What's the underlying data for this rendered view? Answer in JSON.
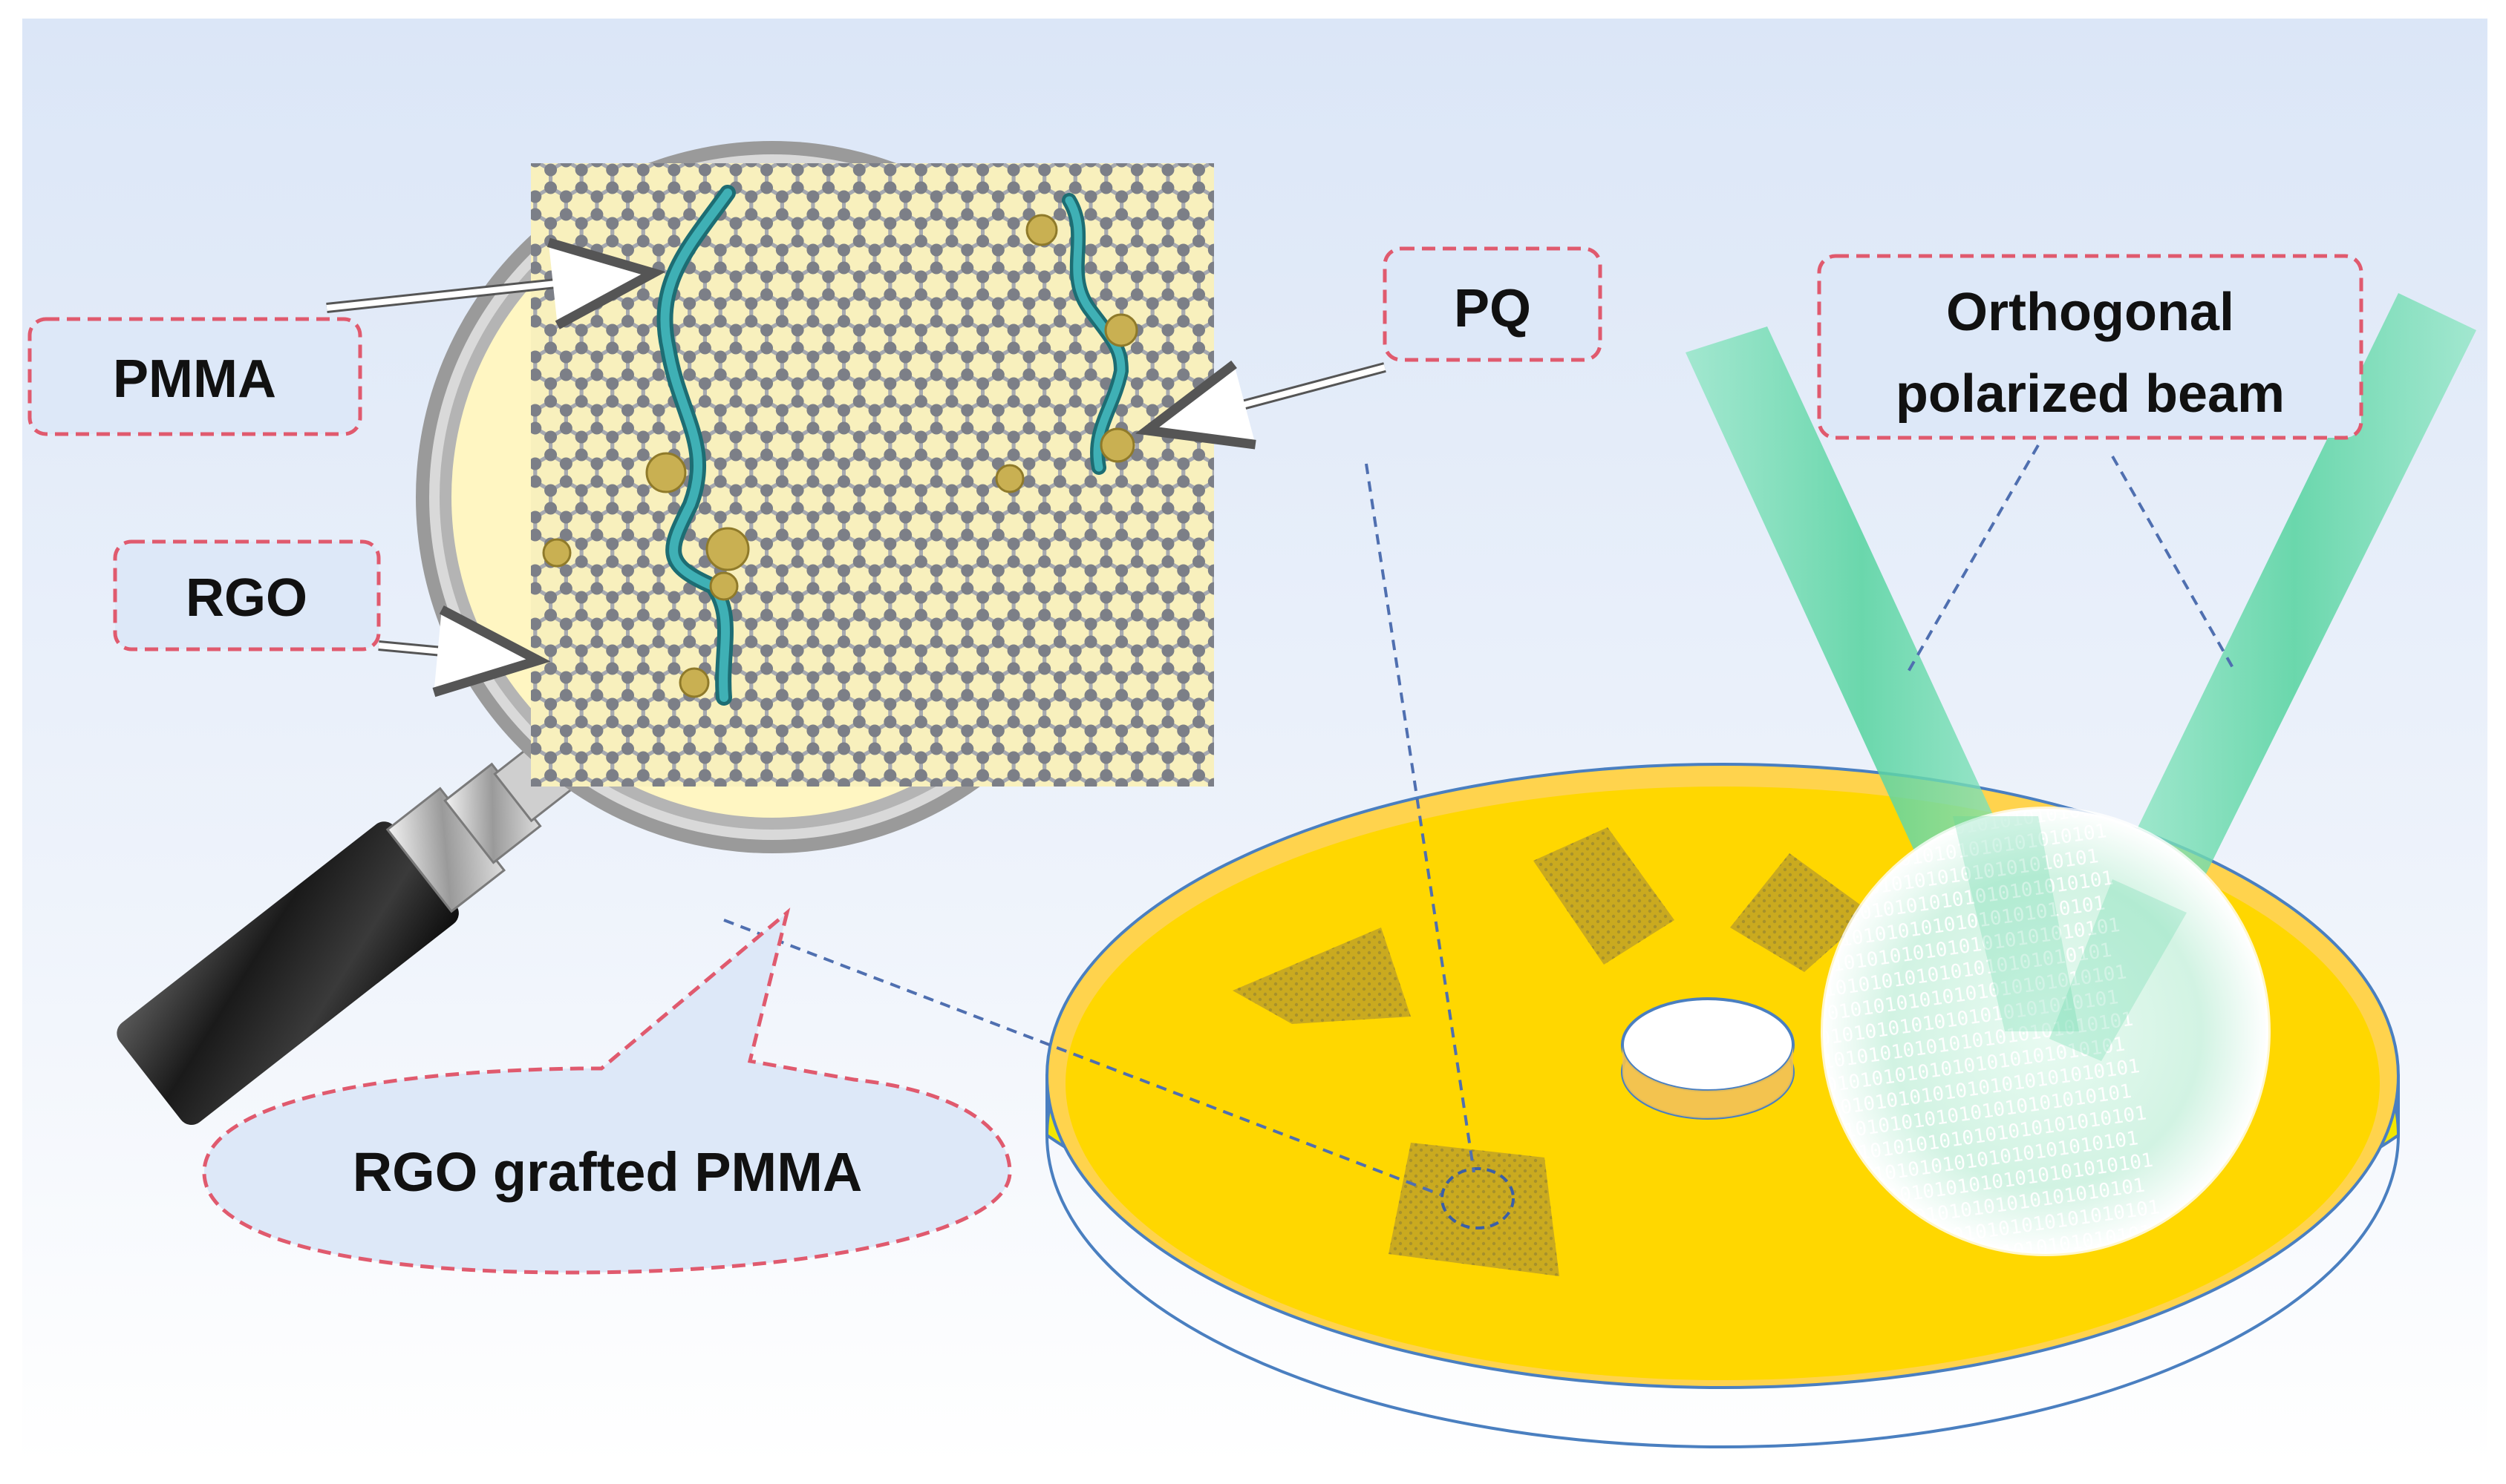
{
  "labels": {
    "pmma": "PMMA",
    "rgo": "RGO",
    "pq": "PQ",
    "beam_line1": "Orthogonal",
    "beam_line2": "polarized beam",
    "callout": "RGO grafted PMMA"
  },
  "binary_text": "0101010101010101010101010101",
  "colors": {
    "background_top": "#dfe9f8",
    "background_bottom": "#ffffff",
    "label_box_fill": "#dde8f8",
    "label_box_border": "#e05a6e",
    "lens_fill": "#fff7c4",
    "lens_rim": "#8c8c8c",
    "graphene_atom": "#7c7f87",
    "pmma_chain": "#2f8f96",
    "pq_particle": "#c9b052",
    "disc_top": "#ffd700",
    "disc_side": "#f5e600",
    "disc_rim": "#4a7fc0",
    "beam": "#63d9a9",
    "leader_line": "#4f6fb0"
  },
  "icons": {
    "magnifier": "magnifier-icon",
    "storage_disc": "optical-disc-icon"
  }
}
